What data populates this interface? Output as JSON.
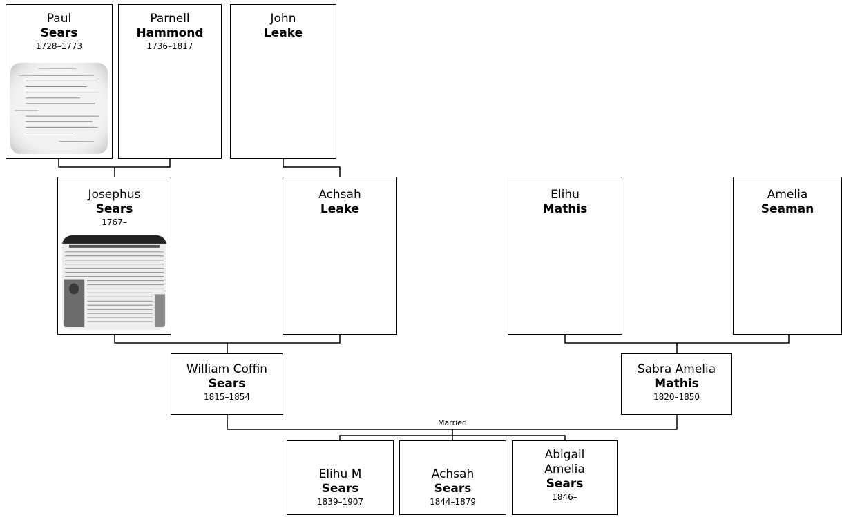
{
  "people": {
    "paul": {
      "given": "Paul",
      "surname": "Sears",
      "dates": "1728–1773",
      "photo": "document-scan"
    },
    "parnell": {
      "given": "Parnell",
      "surname": "Hammond",
      "dates": "1736–1817"
    },
    "john": {
      "given": "John",
      "surname": "Leake",
      "dates": ""
    },
    "josephus": {
      "given": "Josephus",
      "surname": "Sears",
      "dates": "1767–",
      "photo": "newspaper-clipping"
    },
    "achsah_leake": {
      "given": "Achsah",
      "surname": "Leake",
      "dates": ""
    },
    "elihu_mathis": {
      "given": "Elihu",
      "surname": "Mathis",
      "dates": ""
    },
    "amelia_seaman": {
      "given": "Amelia",
      "surname": "Seaman",
      "dates": ""
    },
    "william": {
      "given": "William Coffin",
      "surname": "Sears",
      "dates": "1815–1854"
    },
    "sabra": {
      "given": "Sabra Amelia",
      "surname": "Mathis",
      "dates": "1820–1850"
    },
    "elihu_m": {
      "given": "Elihu M",
      "surname": "Sears",
      "dates": "1839–1907"
    },
    "achsah_sears": {
      "given": "Achsah",
      "surname": "Sears",
      "dates": "1844–1879"
    },
    "abigail": {
      "given": "Abigail Amelia",
      "surname": "Sears",
      "dates": "1846–"
    }
  },
  "relationships": {
    "william_sabra": "Married"
  },
  "colors": {
    "box_border": "#000000",
    "connector": "#000000",
    "background": "#ffffff"
  }
}
